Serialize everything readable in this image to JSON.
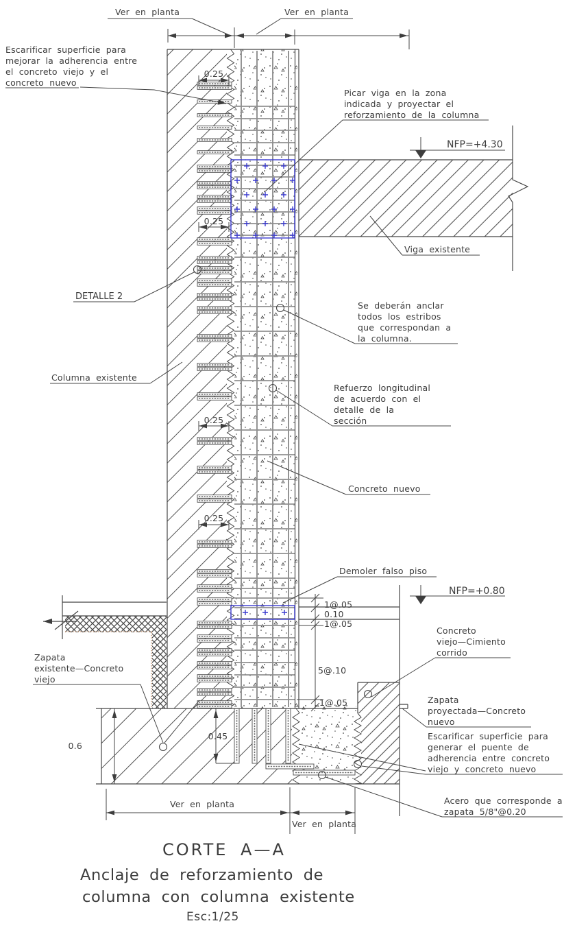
{
  "labels": {
    "ver_en_planta": "Ver en planta",
    "nfp_top": "NFP=+4.30",
    "nfp_bottom": "NFP=+0.80",
    "detalle_2": "DETALLE 2",
    "columna_existente": "Columna existente",
    "viga_existente": "Viga existente",
    "concreto_nuevo": "Concreto nuevo",
    "demoler": "Demoler falso piso"
  },
  "blocks": {
    "esc_top": [
      "Escarificar superficie para",
      "mejorar la adherencia entre",
      "el concreto viejo y el",
      "concreto nuevo"
    ],
    "picar": [
      "Picar viga en la zona",
      "indicada y proyectar el",
      "reforzamiento de la columna"
    ],
    "se_deberan": [
      "Se deberán anclar",
      "todos los estribos",
      "que correspondan a",
      "la columna."
    ],
    "refuerzo": [
      "Refuerzo longitudinal",
      "de acuerdo con el",
      "detalle de la",
      "sección"
    ],
    "concreto_viejo_cimiento": [
      "Concreto",
      "viejo—Cimiento",
      "corrido"
    ],
    "zapata_existente": [
      "Zapata",
      "existente—Concreto",
      "viejo"
    ],
    "zapata_proyectada": [
      "Zapata",
      "proyectada—Concreto",
      "nuevo"
    ],
    "esc_bottom": [
      "Escarificar superficie para",
      "generar el puente de",
      "adherencia entre concreto",
      "viejo y concreto nuevo"
    ],
    "acero": [
      "Acero que corresponde a",
      "zapata 5/8\"@0.20"
    ]
  },
  "dims": {
    "d025": "0.25",
    "d010": "0.10",
    "s105": "1@.05",
    "s510": "5@.10",
    "d06": "0.6",
    "d045": "0.45"
  },
  "title": {
    "corte": "CORTE A—A",
    "sub1": "Anclaje de reforzamiento de",
    "sub2": "columna con columna existente",
    "escala": "Esc:1/25"
  },
  "colors": {
    "line": "#454545",
    "rebar": "#8f8f8f",
    "blue": "#3b3bd0",
    "tan": "#c49a7a"
  }
}
